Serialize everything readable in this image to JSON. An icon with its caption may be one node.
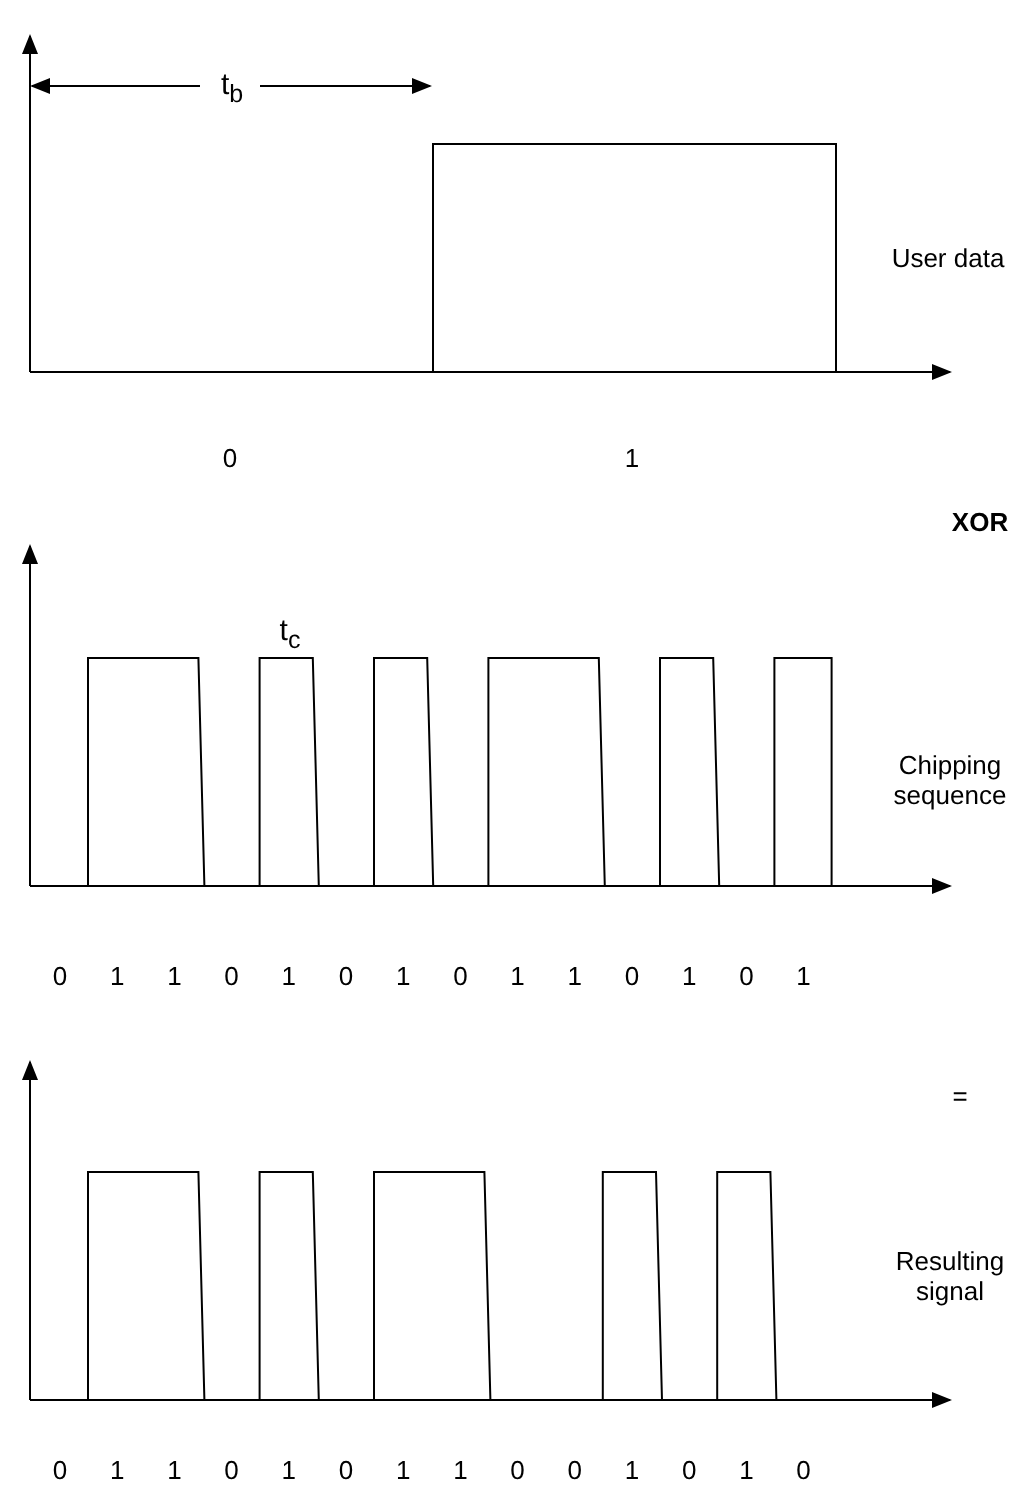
{
  "diagram": {
    "labels": [
      "t$_{b}$",
      "User data",
      "0",
      "1",
      "XOR",
      "t$_{c}$",
      "Chipping sequence",
      "0",
      "1",
      "1",
      "0",
      "1",
      "0",
      "1",
      "0",
      "1",
      "1",
      "0",
      "1",
      "0",
      "1",
      "=",
      "Resulting signal",
      "0",
      "1",
      "1",
      "0",
      "1",
      "0",
      "1",
      "1",
      "0",
      "0",
      "1",
      "0",
      "1",
      "0"
    ]
  }
}
